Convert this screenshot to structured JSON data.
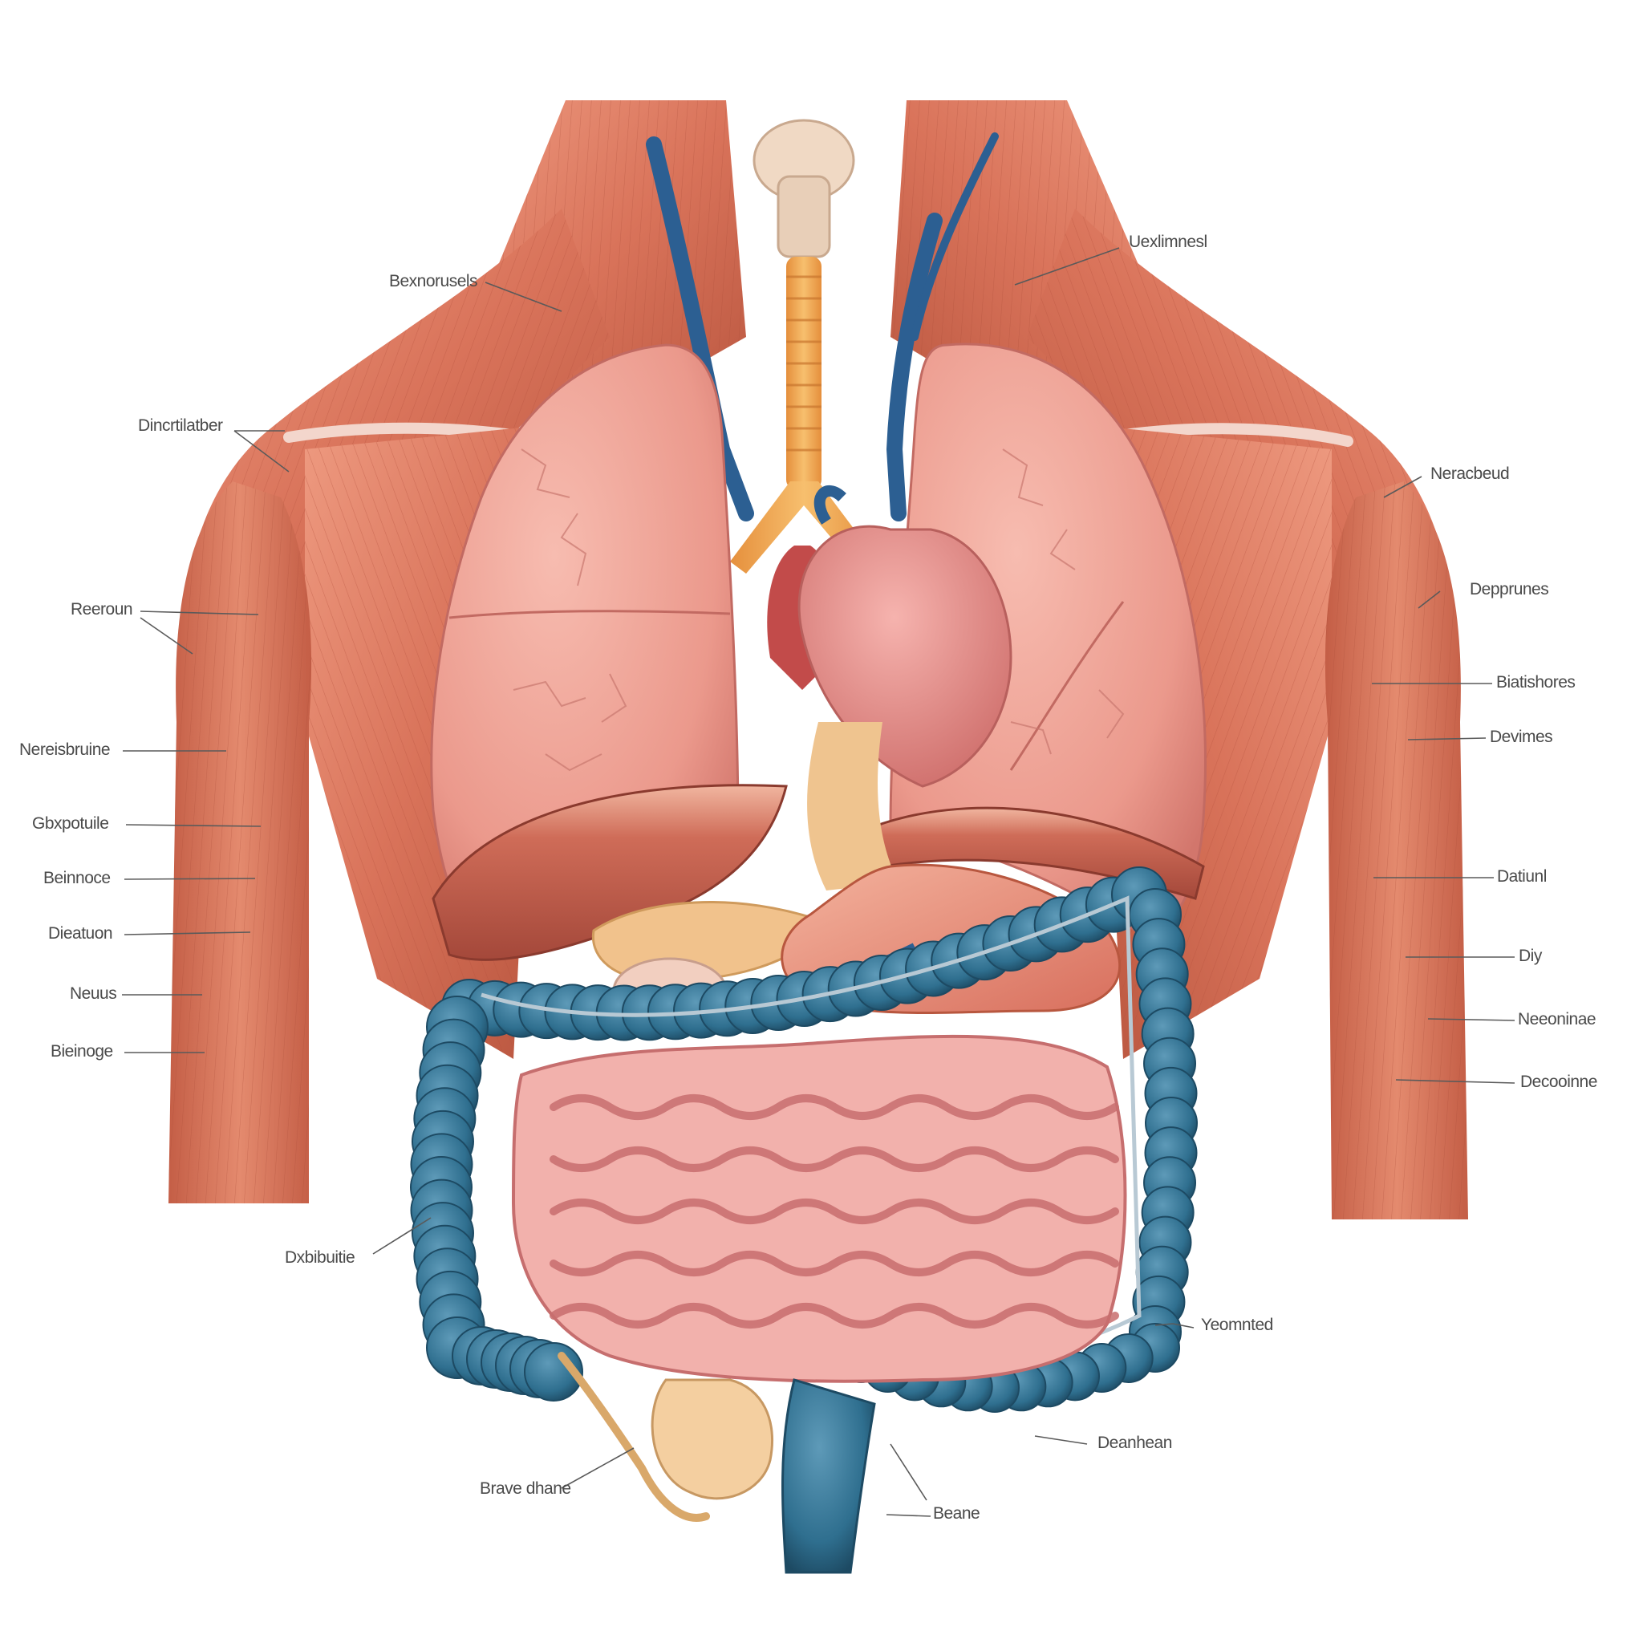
{
  "diagram": {
    "palette": {
      "muscle": "#d9735a",
      "muscle_dark": "#b85440",
      "muscle_light": "#ec9a80",
      "lung": "#eea396",
      "lung_dark": "#d67a70",
      "heart": "#e7908d",
      "trachea": "#f2a95a",
      "vein": "#2c5f92",
      "colon": "#2f6f8f",
      "colon_dark": "#1f4f6a",
      "intestine": "#f0a3a0",
      "intestine_dark": "#c86e6e",
      "liver": "#c8624f",
      "stomach": "#e88a72",
      "label_text": "#4a4a4a"
    },
    "labels": [
      {
        "id": "label-upper-left-1",
        "text": "Bexnorusels"
      },
      {
        "id": "label-upper-right-1",
        "text": "Uexlimnesl"
      },
      {
        "id": "label-left-shoulder",
        "text": "Dincrtilatber"
      },
      {
        "id": "label-right-shoulder",
        "text": "Neracbeud"
      },
      {
        "id": "label-left-1",
        "text": "Reeroun"
      },
      {
        "id": "label-right-1",
        "text": "Depprunes"
      },
      {
        "id": "label-right-2",
        "text": "Biatishores"
      },
      {
        "id": "label-left-2",
        "text": "Nereisbruine"
      },
      {
        "id": "label-right-3",
        "text": "Devimes"
      },
      {
        "id": "label-left-3",
        "text": "Gbxpotuile"
      },
      {
        "id": "label-left-4",
        "text": "Beinnoce"
      },
      {
        "id": "label-right-4",
        "text": "Datiunl"
      },
      {
        "id": "label-left-5",
        "text": "Dieatuon"
      },
      {
        "id": "label-right-5",
        "text": "Diy"
      },
      {
        "id": "label-left-6",
        "text": "Neuus"
      },
      {
        "id": "label-right-6",
        "text": "Neeoninae"
      },
      {
        "id": "label-left-7",
        "text": "Bieinoge"
      },
      {
        "id": "label-right-7",
        "text": "Decooinne"
      },
      {
        "id": "label-colon-left",
        "text": "Dxbibuitie"
      },
      {
        "id": "label-colon-right",
        "text": "Yeomnted"
      },
      {
        "id": "label-bottom-right",
        "text": "Deanhean"
      },
      {
        "id": "label-bottom-left",
        "text": "Brave dhane"
      },
      {
        "id": "label-rectum",
        "text": "Beane"
      }
    ]
  }
}
